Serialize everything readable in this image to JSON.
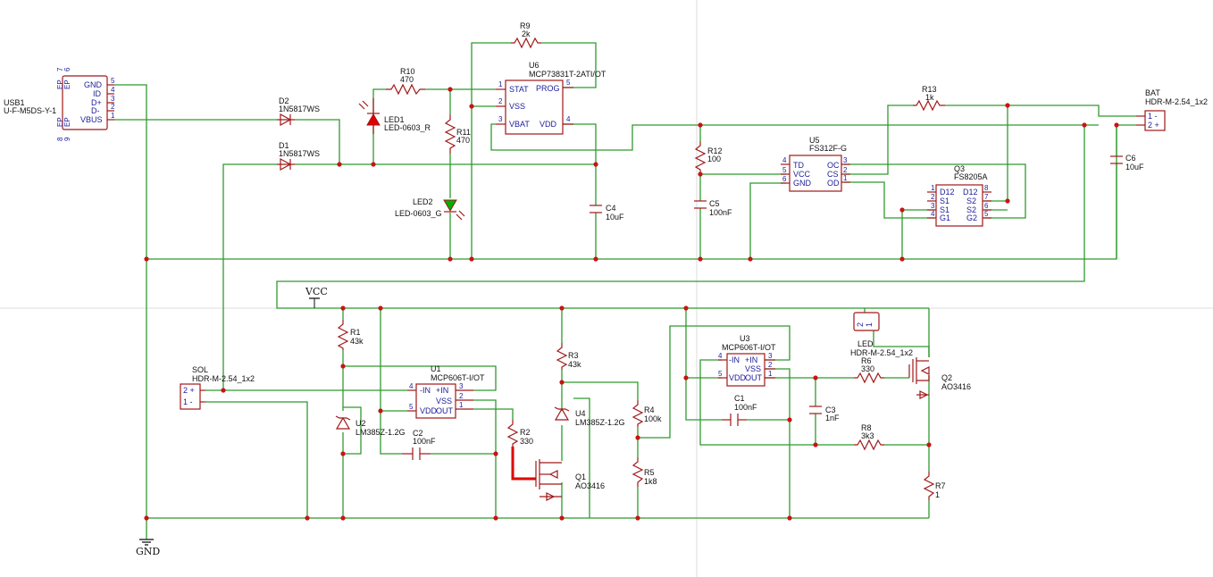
{
  "colors": {
    "wire": "#2f9a2f",
    "component": "#a01818",
    "junction": "#c81414",
    "pin_text": "#1c1c9a",
    "highlight_wire": "#e00000",
    "led_red": "#e00000",
    "led_green": "#00b000"
  },
  "power": {
    "vcc": "VCC",
    "gnd": "GND"
  },
  "USB1": {
    "ref": "USB1",
    "val": "U-F-M5DS-Y-1",
    "pins": [
      "GND",
      "ID",
      "D+",
      "D-",
      "VBUS"
    ],
    "nums": [
      "5",
      "4",
      "3",
      "2",
      "1"
    ],
    "ep_top": [
      "EP",
      "EP",
      "7",
      "6"
    ],
    "ep_bot": [
      "EP",
      "EP",
      "8",
      "9"
    ]
  },
  "D2": {
    "ref": "D2",
    "val": "1N5817WS"
  },
  "D1": {
    "ref": "D1",
    "val": "1N5817WS"
  },
  "R10": {
    "ref": "R10",
    "val": "470"
  },
  "LED1": {
    "ref": "LED1",
    "val": "LED-0603_R"
  },
  "R11": {
    "ref": "R11",
    "val": "470"
  },
  "LED2": {
    "ref": "LED2",
    "val": "LED-0603_G"
  },
  "R9": {
    "ref": "R9",
    "val": "2k"
  },
  "U6": {
    "ref": "U6",
    "val": "MCP73831T-2ATI/OT",
    "left": [
      "STAT",
      "VSS",
      "VBAT"
    ],
    "right": [
      "PROG",
      "VDD"
    ],
    "lnums": [
      "1",
      "2",
      "3"
    ],
    "rnums": [
      "5",
      "4"
    ]
  },
  "C4": {
    "ref": "C4",
    "val": "10uF"
  },
  "R12": {
    "ref": "R12",
    "val": "100"
  },
  "C5": {
    "ref": "C5",
    "val": "100nF"
  },
  "U5": {
    "ref": "U5",
    "val": "FS312F-G",
    "left": [
      "TD",
      "VCC",
      "GND"
    ],
    "right": [
      "OC",
      "CS",
      "OD"
    ],
    "lnums": [
      "4",
      "5",
      "6"
    ],
    "rnums": [
      "3",
      "2",
      "1"
    ]
  },
  "R13": {
    "ref": "R13",
    "val": "1k"
  },
  "Q3": {
    "ref": "Q3",
    "val": "FS8205A",
    "left": [
      "D12",
      "S1",
      "S1",
      "G1"
    ],
    "right": [
      "D12",
      "S2",
      "S2",
      "G2"
    ],
    "lnums": [
      "1",
      "2",
      "3",
      "4"
    ],
    "rnums": [
      "8",
      "7",
      "6",
      "5"
    ]
  },
  "BAT": {
    "ref": "BAT",
    "val": "HDR-M-2.54_1x2",
    "pins": [
      "1 -",
      "2 +"
    ]
  },
  "C6": {
    "ref": "C6",
    "val": "10uF"
  },
  "R1": {
    "ref": "R1",
    "val": "43k"
  },
  "U2": {
    "ref": "U2",
    "val": "LM385Z-1.2G"
  },
  "SOL": {
    "ref": "SOL",
    "val": "HDR-M-2.54_1x2",
    "pins": [
      "2 +",
      "1 -"
    ]
  },
  "U1": {
    "ref": "U1",
    "val": "MCP606T-I/OT",
    "left": [
      "-IN",
      "VDD"
    ],
    "right": [
      "+IN",
      "VSS",
      "OUT"
    ],
    "lnums": [
      "4",
      "5"
    ],
    "rnums": [
      "3",
      "2",
      "1"
    ]
  },
  "C2": {
    "ref": "C2",
    "val": "100nF"
  },
  "R2": {
    "ref": "R2",
    "val": "330"
  },
  "Q1": {
    "ref": "Q1",
    "val": "AO3416"
  },
  "R3": {
    "ref": "R3",
    "val": "43k"
  },
  "U4": {
    "ref": "U4",
    "val": "LM385Z-1.2G"
  },
  "R4": {
    "ref": "R4",
    "val": "100k"
  },
  "R5": {
    "ref": "R5",
    "val": "1k8"
  },
  "U3": {
    "ref": "U3",
    "val": "MCP606T-I/OT",
    "left": [
      "-IN",
      "VDD"
    ],
    "right": [
      "+IN",
      "VSS",
      "OUT"
    ],
    "lnums": [
      "4",
      "5"
    ],
    "rnums": [
      "3",
      "2",
      "1"
    ]
  },
  "C1": {
    "ref": "C1",
    "val": "100nF"
  },
  "C3": {
    "ref": "C3",
    "val": "1nF"
  },
  "LEDH": {
    "ref": "LED",
    "val": "HDR-M-2.54_1x2",
    "pins": [
      "2",
      "1"
    ]
  },
  "R6": {
    "ref": "R6",
    "val": "330"
  },
  "Q2": {
    "ref": "Q2",
    "val": "AO3416"
  },
  "R8": {
    "ref": "R8",
    "val": "3k3"
  },
  "R7": {
    "ref": "R7",
    "val": "1"
  }
}
